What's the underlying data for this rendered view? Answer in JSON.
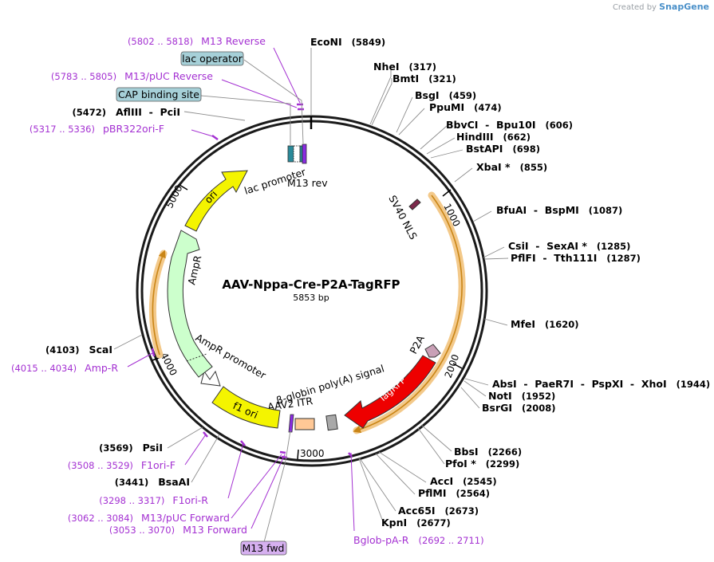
{
  "app": {
    "credit_prefix": "Created by",
    "credit_brand": "SnapGene"
  },
  "plasmid": {
    "name": "AAV-Nppa-Cre-P2A-TagRFP",
    "size_label": "5853 bp"
  },
  "ticks": [
    "1000",
    "2000",
    "3000",
    "4000",
    "5000"
  ],
  "sites": [
    {
      "name": "EcoNI",
      "pos": "(5849)"
    },
    {
      "name": "NheI",
      "pos": "(317)"
    },
    {
      "name": "BmtI",
      "pos": "(321)"
    },
    {
      "name": "BsgI",
      "pos": "(459)"
    },
    {
      "name": "PpuMI",
      "pos": "(474)"
    },
    {
      "name": "BbvCI  -  Bpu10I",
      "pos": "(606)"
    },
    {
      "name": "HindIII",
      "pos": "(662)"
    },
    {
      "name": "BstAPI",
      "pos": "(698)"
    },
    {
      "name": "XbaI *",
      "pos": "(855)"
    },
    {
      "name": "BfuAI  -  BspMI",
      "pos": "(1087)"
    },
    {
      "name": "CsiI  -  SexAI *",
      "pos": "(1285)"
    },
    {
      "name": "PflFI  -  Tth111I",
      "pos": "(1287)"
    },
    {
      "name": "MfeI",
      "pos": "(1620)"
    },
    {
      "name": "AbsI  -  PaeR7I  -  PspXI  -  XhoI",
      "pos": "(1944)"
    },
    {
      "name": "NotI",
      "pos": "(1952)"
    },
    {
      "name": "BsrGI",
      "pos": "(2008)"
    },
    {
      "name": "BbsI",
      "pos": "(2266)"
    },
    {
      "name": "PfoI *",
      "pos": "(2299)"
    },
    {
      "name": "AccI",
      "pos": "(2545)"
    },
    {
      "name": "PflMI",
      "pos": "(2564)"
    },
    {
      "name": "Acc65I",
      "pos": "(2673)"
    },
    {
      "name": "KpnI",
      "pos": "(2677)"
    },
    {
      "name": "BsaAI",
      "pos": "(3441)"
    },
    {
      "name": "PsiI",
      "pos": "(3569)"
    },
    {
      "name": "ScaI",
      "pos": "(4103)"
    },
    {
      "name": "AflIII  -  PciI",
      "pos": "(5472)"
    }
  ],
  "primers": [
    {
      "range": "(5802 .. 5818)",
      "name": "M13 Reverse"
    },
    {
      "range": "(5783 .. 5805)",
      "name": "M13/pUC Reverse"
    },
    {
      "range": "(5317 .. 5336)",
      "name": "pBR322ori-F"
    },
    {
      "range": "(4015 .. 4034)",
      "name": "Amp-R"
    },
    {
      "range": "(3508 .. 3529)",
      "name": "F1ori-F"
    },
    {
      "range": "(3298 .. 3317)",
      "name": "F1ori-R"
    },
    {
      "range": "(3062 .. 3084)",
      "name": "M13/pUC Forward"
    },
    {
      "range": "(3053 .. 3070)",
      "name": "M13 Forward"
    },
    {
      "range": "(2692 .. 2711)",
      "name": "Bglob-pA-R"
    }
  ],
  "boxed_labels": {
    "lac_operator": "lac operator",
    "cap_site": "CAP binding site",
    "m13_fwd": "M13 fwd"
  },
  "features": {
    "sv40_nls": "SV40 NLS",
    "lac_promoter": "lac promoter",
    "m13_rev": "M13 rev",
    "ori": "ori",
    "ampr": "AmpR",
    "ampr_promoter": "AmpR promoter",
    "f1_ori": "f1 ori",
    "aav2_itr": "AAV2 ITR",
    "bglobin": "β-globin poly(A) signal",
    "p2a": "P2A",
    "tagrfp": "TagRFP"
  },
  "colors": {
    "backbone": "#1a1a1a",
    "primer": "#a431d2",
    "cre_highlight": "#f3c98a",
    "cre_arrow": "#c98516",
    "tagrfp": "#ee0000",
    "ori": "#f4f400",
    "ampr": "#ccffcc",
    "p2a": "#c9a0b6",
    "sv40": "#7d2a4c",
    "itr": "#ffc896",
    "bglobin": "#a9a9a9",
    "boxed_fill": "#a6d0d8",
    "m13fwd_fill": "#d6b0f0"
  }
}
